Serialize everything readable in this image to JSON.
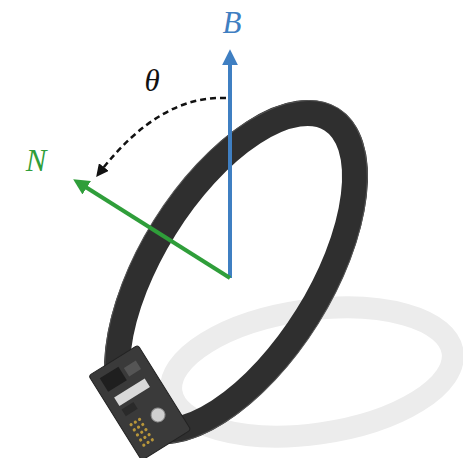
{
  "diagram": {
    "labels": [
      "B",
      "N",
      "θ"
    ]
  }
}
